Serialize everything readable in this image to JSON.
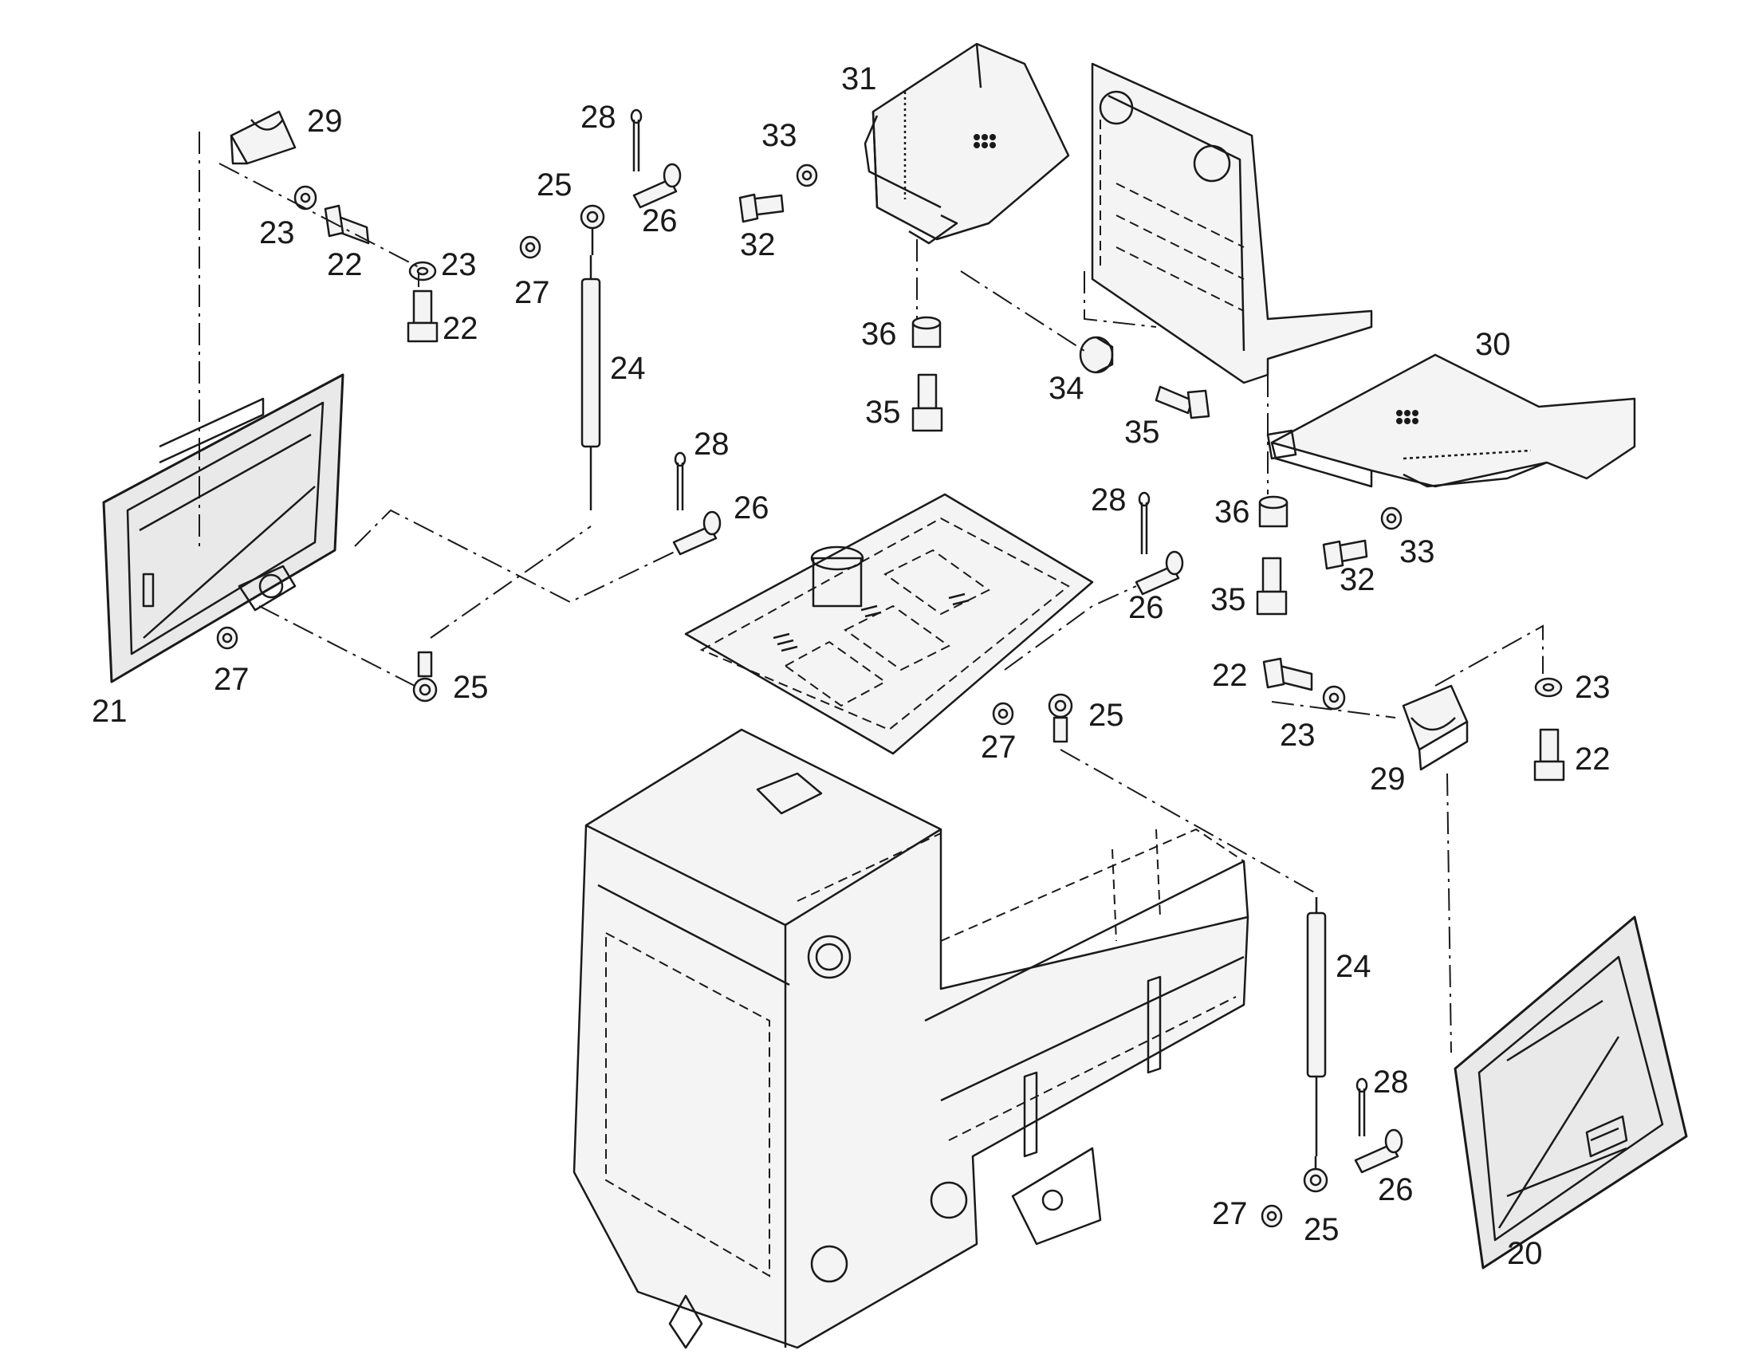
{
  "callouts": {
    "c20": "20",
    "c21": "21",
    "c22a": "22",
    "c22b": "22",
    "c22c": "22",
    "c22d": "22",
    "c23a": "23",
    "c23b": "23",
    "c23c": "23",
    "c23d": "23",
    "c24a": "24",
    "c24b": "24",
    "c25a": "25",
    "c25b": "25",
    "c25c": "25",
    "c25d": "25",
    "c26a": "26",
    "c26b": "26",
    "c26c": "26",
    "c26d": "26",
    "c27a": "27",
    "c27b": "27",
    "c27c": "27",
    "c27d": "27",
    "c28a": "28",
    "c28b": "28",
    "c28c": "28",
    "c28d": "28",
    "c29a": "29",
    "c29b": "29",
    "c30": "30",
    "c31": "31",
    "c32a": "32",
    "c32b": "32",
    "c33a": "33",
    "c33b": "33",
    "c34": "34",
    "c35a": "35",
    "c35b": "35",
    "c35c": "35",
    "c36a": "36",
    "c36b": "36"
  }
}
